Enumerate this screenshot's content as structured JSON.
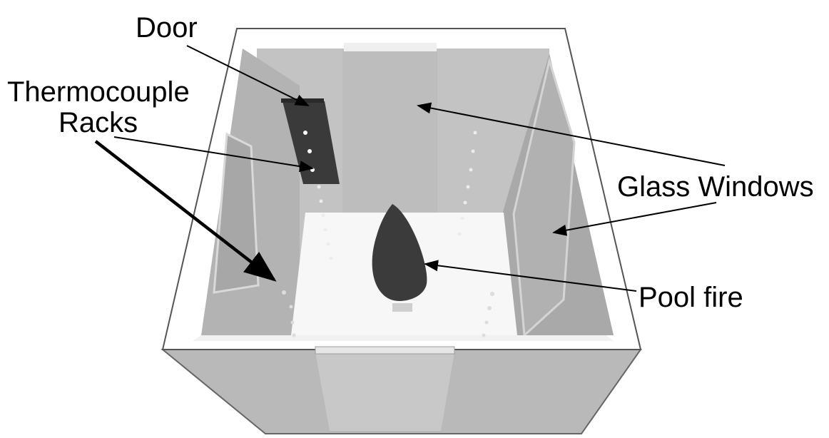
{
  "labels": {
    "door": "Door",
    "thermocouple_line1": "Thermocouple",
    "thermocouple_line2": "Racks",
    "glass_windows": "Glass Windows",
    "pool_fire": "Pool fire"
  },
  "colors": {
    "background": "#ffffff",
    "wall": "#bdbdbd",
    "wall_light": "#c9c9c9",
    "wall_dark": "#a9a9a9",
    "floor": "#f6f6f6",
    "door": "#3a3a3a",
    "fire": "#3b3b3b",
    "arrow": "#000000"
  }
}
